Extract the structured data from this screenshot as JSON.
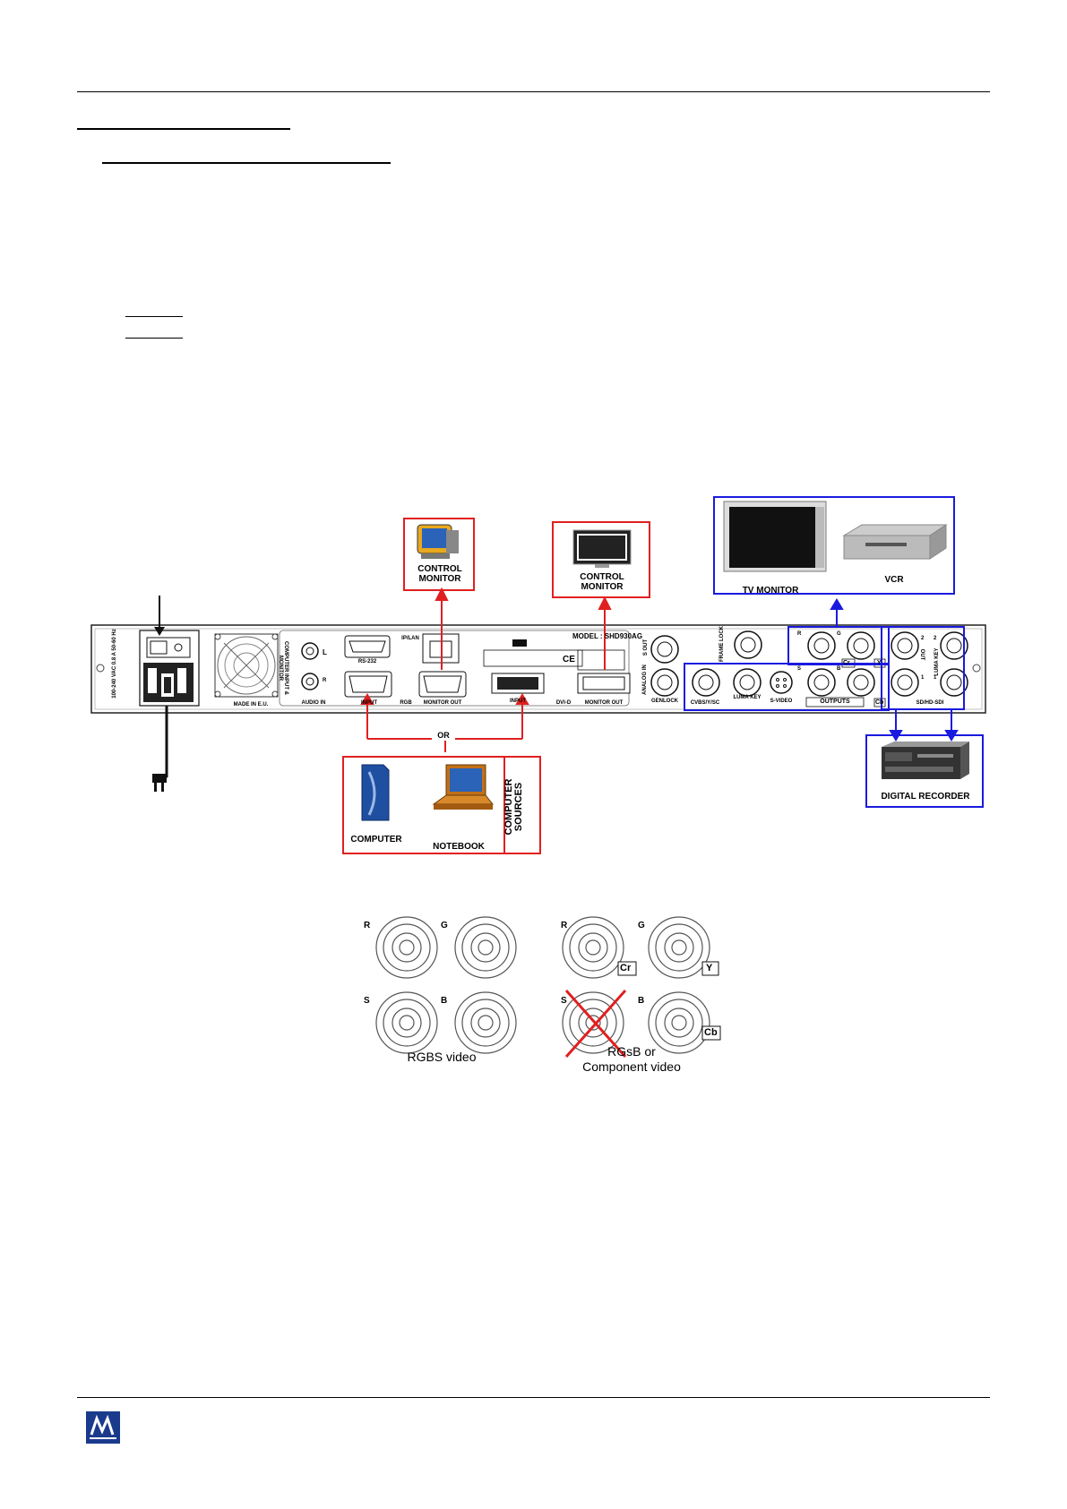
{
  "devices": {
    "control_monitor_crt": "CONTROL MONITOR",
    "control_monitor_lcd": "CONTROL MONITOR",
    "tv_monitor": "TV MONITOR",
    "vcr": "VCR",
    "digital_recorder": "DIGITAL RECORDER",
    "computer": "COMPUTER",
    "notebook": "NOTEBOOK",
    "computer_sources": "COMPUTER SOURCES",
    "or": "OR"
  },
  "panel": {
    "power_rating": "100-240 VAC 0.8 A 50-60 Hz",
    "made_in": "MADE IN E.U.",
    "computer_input_monitor": "COMPUTER INPUT & MONITOR",
    "audio_in": "AUDIO IN",
    "audio_l": "L",
    "audio_r": "R",
    "rs232": "RS-232",
    "ip_lan": "IP/LAN",
    "rgb_input": "INPUT",
    "rgb_label": "RGB",
    "rgb_monitor_out": "MONITOR OUT",
    "dvi_input": "INPUT",
    "dvi_label": "DVI-D",
    "dvi_monitor_out": "MONITOR OUT",
    "model": "MODEL : SHD930AG",
    "ce": "CE",
    "sdi_out": "S OUT",
    "analog_in": "ANALOG IN",
    "genlock": "GENLOCK",
    "frame_lock": "FRAME LOCK",
    "rgb_comp_r": "R",
    "rgb_comp_g": "G",
    "rgb_comp_s": "S",
    "rgb_comp_b": "B",
    "tag_cr": "Cr",
    "tag_y": "Y",
    "tag_cb": "Cb",
    "outputs": "OUTPUTS",
    "cvbs_ysc": "CVBS/Y/SC",
    "luma_key": "LUMA KEY",
    "s_video": "S-VIDEO",
    "sdi_out_2": "2",
    "sdi_out_1": "1",
    "luma_key_2": "2",
    "luma_key_1": "1",
    "out_label": "OUT",
    "luma_key_sdi": "LUMA KEY",
    "sdi_hdsdi": "SD/HD-SDI"
  },
  "legend": {
    "left": {
      "r": "R",
      "g": "G",
      "s": "S",
      "b": "B",
      "caption": "RGBS video"
    },
    "right": {
      "r": "R",
      "g": "G",
      "s": "S",
      "b": "B",
      "cr": "Cr",
      "y": "Y",
      "cb": "Cb",
      "caption_line1": "RGsB or",
      "caption_line2": "Component video"
    }
  },
  "colors": {
    "red": "#e02020",
    "blue": "#1a1adf",
    "logo": "#1a3a8c"
  }
}
